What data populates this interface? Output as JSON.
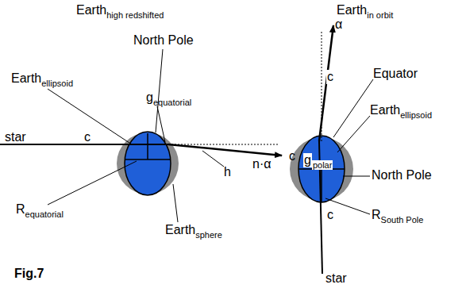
{
  "diagram": {
    "labels": [
      "Earth",
      "high redshifted",
      "Earth",
      "in orbit",
      "North Pole",
      "Earth",
      "ellipsoid",
      "g",
      "equatorial",
      "star",
      "c",
      "n·α",
      "c",
      "h",
      "R",
      "equatorial",
      "Earth",
      "sphere",
      "Fig.7",
      "α",
      "c",
      "Equator",
      "Earth",
      "ellipsoid",
      "g",
      "polar",
      "North Pole",
      "c",
      "R",
      "South Pole",
      "star"
    ]
  }
}
